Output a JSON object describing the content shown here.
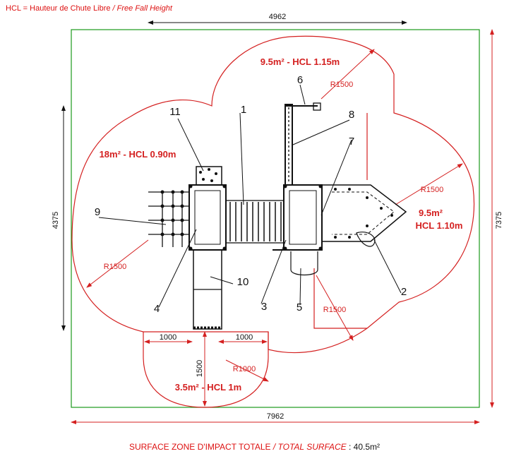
{
  "legend": {
    "abbr": "HCL = Hauteur de Chute Libre",
    "english": "/ Free Fall Height"
  },
  "dimensions": {
    "top_width": "4962",
    "left_height": "4375",
    "right_height": "7375",
    "bottom_width": "7962",
    "ramp_left": "1000",
    "ramp_right": "1000",
    "ramp_depth": "1500",
    "radius_r1000": "R1000"
  },
  "zones": {
    "top": "9.5m² - HCL 1.15m",
    "left": "18m² - HCL 0.90m",
    "right_line1": "9.5m²",
    "right_line2": "HCL 1.10m",
    "bottom": "3.5m² - HCL 1m"
  },
  "radii": {
    "top": "R1500",
    "right": "R1500",
    "left": "R1500",
    "bottom_right": "R1500"
  },
  "callouts": [
    "1",
    "2",
    "3",
    "4",
    "5",
    "6",
    "7",
    "8",
    "9",
    "10",
    "11"
  ],
  "footer": {
    "fr": "SURFACE ZONE D'IMPACT TOTALE",
    "en": "/ TOTAL SURFACE",
    "value": ": 40.5m²"
  },
  "colors": {
    "zone_outline": "#d42020",
    "boundary": "#1a9a1a",
    "structure": "#111111"
  }
}
